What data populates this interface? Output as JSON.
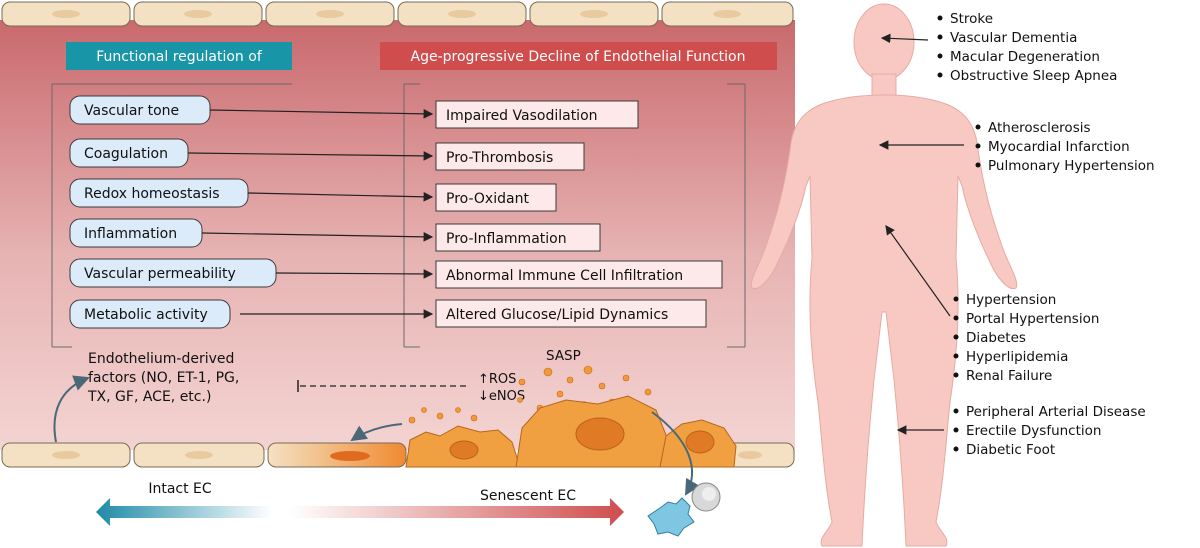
{
  "headers": {
    "left": "Functional regulation of",
    "right": "Age-progressive Decline of Endothelial Function"
  },
  "functions": [
    "Vascular tone",
    "Coagulation",
    "Redox homeostasis",
    "Inflammation",
    "Vascular permeability",
    "Metabolic activity"
  ],
  "declines": [
    "Impaired Vasodilation",
    "Pro-Thrombosis",
    "Pro-Oxidant",
    "Pro-Inflammation",
    "Abnormal Immune Cell Infiltration",
    "Altered Glucose/Lipid Dynamics"
  ],
  "factors": {
    "line1": "Endothelium-derived",
    "line2": "factors (NO, ET-1, PG,",
    "line3": "TX, GF, ACE, etc.)"
  },
  "ros": "↑ROS",
  "enos": "↓eNOS",
  "sasp": "SASP",
  "intact_label": "Intact EC",
  "senescent_label": "Senescent EC",
  "diseases": {
    "head": [
      "Stroke",
      "Vascular Dementia",
      "Macular Degeneration",
      "Obstructive Sleep Apnea"
    ],
    "chest": [
      "Atherosclerosis",
      "Myocardial Infarction",
      "Pulmonary Hypertension"
    ],
    "abdomen": [
      "Hypertension",
      "Portal Hypertension",
      "Diabetes",
      "Hyperlipidemia",
      "Renal Failure"
    ],
    "leg": [
      "Peripheral Arterial Disease",
      "Erectile Dysfunction",
      "Diabetic Foot"
    ]
  },
  "colors": {
    "teal_header": "#1896a8",
    "red_header": "#cf4d4d",
    "vessel": "#d98f91",
    "body": "#f7c9c2",
    "senescent": "#f0a040"
  }
}
